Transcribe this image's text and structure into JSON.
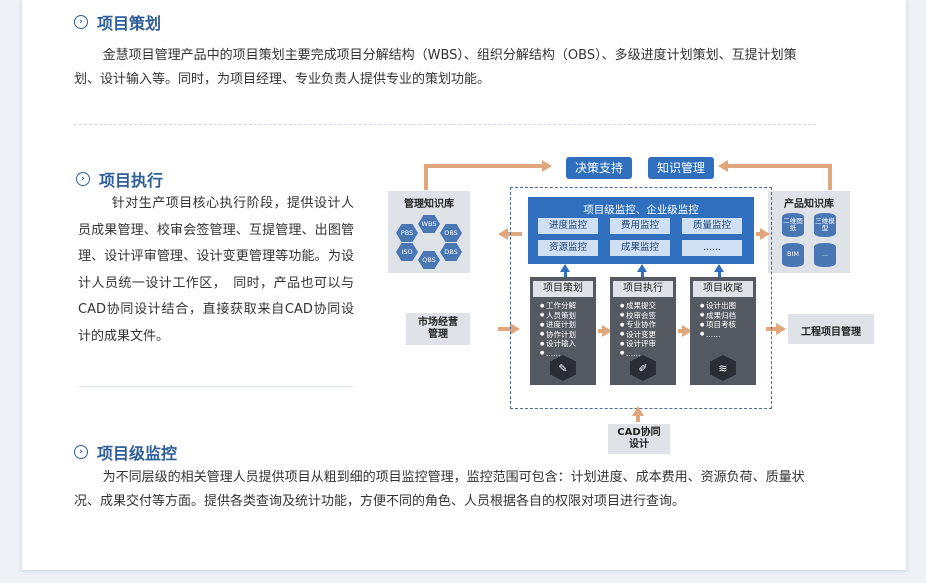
{
  "sections": {
    "planning": {
      "title": "项目策划",
      "text": "金慧项目管理产品中的项目策划主要完成项目分解结构（WBS）、组织分解结构（OBS）、多级进度计划策划、互提计划策划、设计输入等。同时，为项目经理、专业负责人提供专业的策划功能。"
    },
    "execution": {
      "title": "项目执行",
      "text": "针对生产项目核心执行阶段，提供设计人员成果管理、校审会签管理、互提管理、出图管理、设计评审管理、设计变更管理等功能。为设计人员统一设计工作区，　同时，产品也可以与CAD协同设计结合，直接获取来自CAD协同设计的成果文件。"
    },
    "monitoring": {
      "title": "项目级监控",
      "text": "为不同层级的相关管理人员提供项目从粗到细的项目监控管理，监控范围可包含：计划进度、成本费用、资源负荷、质量状况、成果交付等方面。提供各类查询及统计功能，方便不同的角色、人员根据各自的权限对项目进行查询。"
    }
  },
  "diagram": {
    "top_buttons": [
      "决策支持",
      "知识管理"
    ],
    "left_kb": {
      "title": "管理知识库",
      "hexes": [
        "WBS",
        "PBS",
        "OBS",
        "ISO",
        "DBS",
        "QBS"
      ]
    },
    "right_kb": {
      "title": "产品知识库",
      "cylinders": [
        "二维图纸",
        "三维模型",
        "BIM",
        "..."
      ]
    },
    "market": "市场经营管理",
    "engineering": "工程项目管理",
    "cad": "CAD协同设计",
    "monitor_panel": {
      "title": "项目级监控、企业级监控",
      "cells": [
        "进度监控",
        "费用监控",
        "质量监控",
        "资源监控",
        "成果监控",
        "......"
      ]
    },
    "columns": [
      {
        "title": "项目策划",
        "items": [
          "工作分解",
          "人员策划",
          "进度计划",
          "协作计划",
          "设计输入",
          "......"
        ],
        "icon": "edit-icon"
      },
      {
        "title": "项目执行",
        "items": [
          "成果提交",
          "校审会签",
          "专业协作",
          "设计变更",
          "设计评审",
          "......"
        ],
        "icon": "designer-icon"
      },
      {
        "title": "项目收尾",
        "items": [
          "设计出图",
          "成果归档",
          "项目考核",
          "......"
        ],
        "icon": "layers-icon"
      }
    ]
  },
  "colors": {
    "title": "#2f5f98",
    "blue": "#2f6fbd",
    "arrow": "#e0a67c",
    "dark": "#555a62"
  }
}
